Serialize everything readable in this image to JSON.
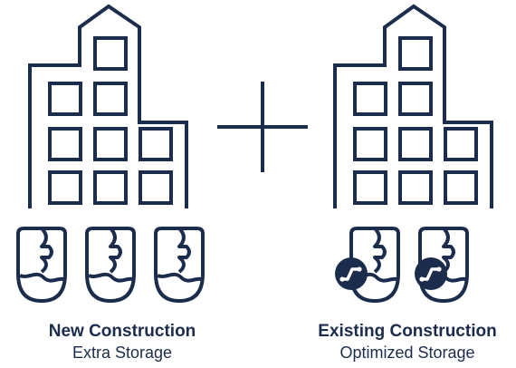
{
  "left_panel": {
    "title": "New Construction",
    "subtitle": "Extra Storage"
  },
  "right_panel": {
    "title": "Existing Construction",
    "subtitle": "Optimized Storage"
  },
  "operator_symbol": "plus-sign",
  "colors": {
    "stroke": "#1c2c4c",
    "background": "#ffffff"
  },
  "icons": [
    "building-icon",
    "storage-tank-icon",
    "plus-icon",
    "optimization-badge-icon"
  ]
}
